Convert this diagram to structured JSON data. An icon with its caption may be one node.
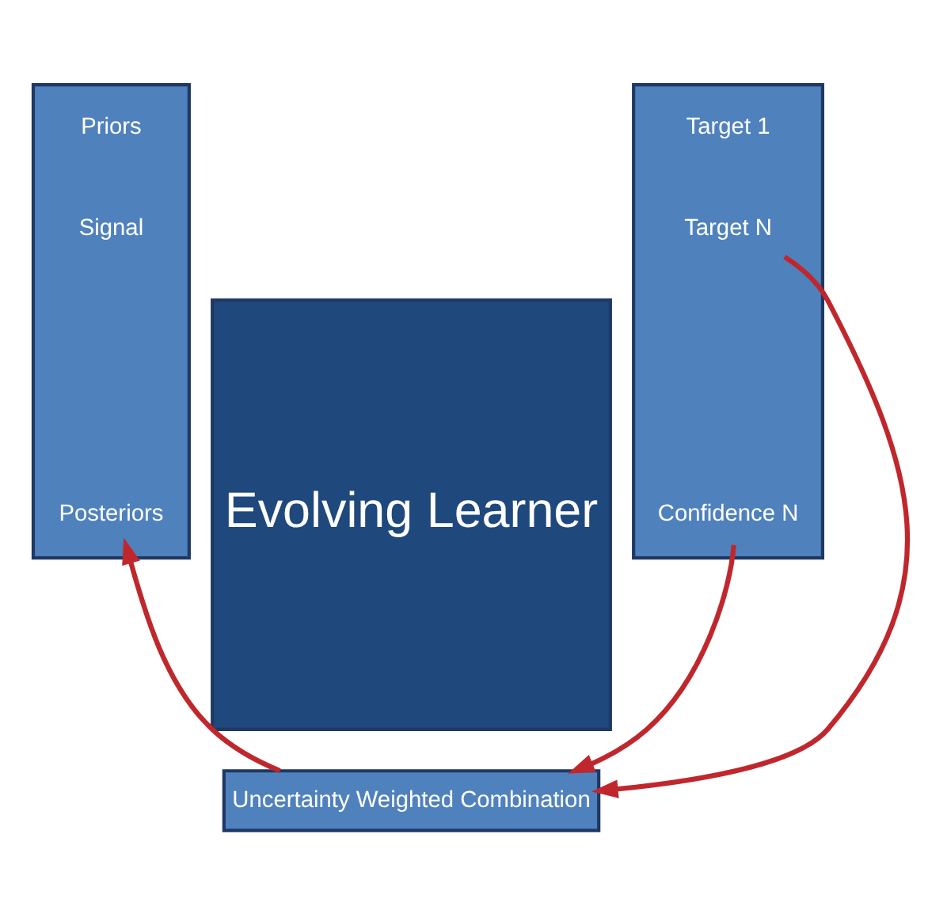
{
  "diagram": {
    "nodes": [
      {
        "text": [],
        "shape": "bar"
      },
      {
        "text": [
          "Priors"
        ],
        "in": 0
      },
      {
        "text": [
          "Signal"
        ],
        "in": 0
      },
      {
        "text": [
          "Posteriors"
        ],
        "in": 0
      },
      {
        "text": [
          "Evolving Learner"
        ]
      },
      {
        "text": [],
        "shape": "bar"
      },
      {
        "text": [
          "Target 1"
        ],
        "in": 5
      },
      {
        "text": [
          "Target N"
        ],
        "in": 5
      },
      {
        "text": [
          "Confidence N"
        ],
        "in": 5
      },
      {
        "text": [
          "Uncertainty Weighted Combination"
        ]
      }
    ],
    "edges": [
      {
        "from": 7,
        "to": 9,
        "arrow": "to"
      },
      {
        "from": 8,
        "to": 9,
        "arrow": "to"
      },
      {
        "from": 9,
        "to": 3,
        "arrow": "to"
      }
    ]
  }
}
